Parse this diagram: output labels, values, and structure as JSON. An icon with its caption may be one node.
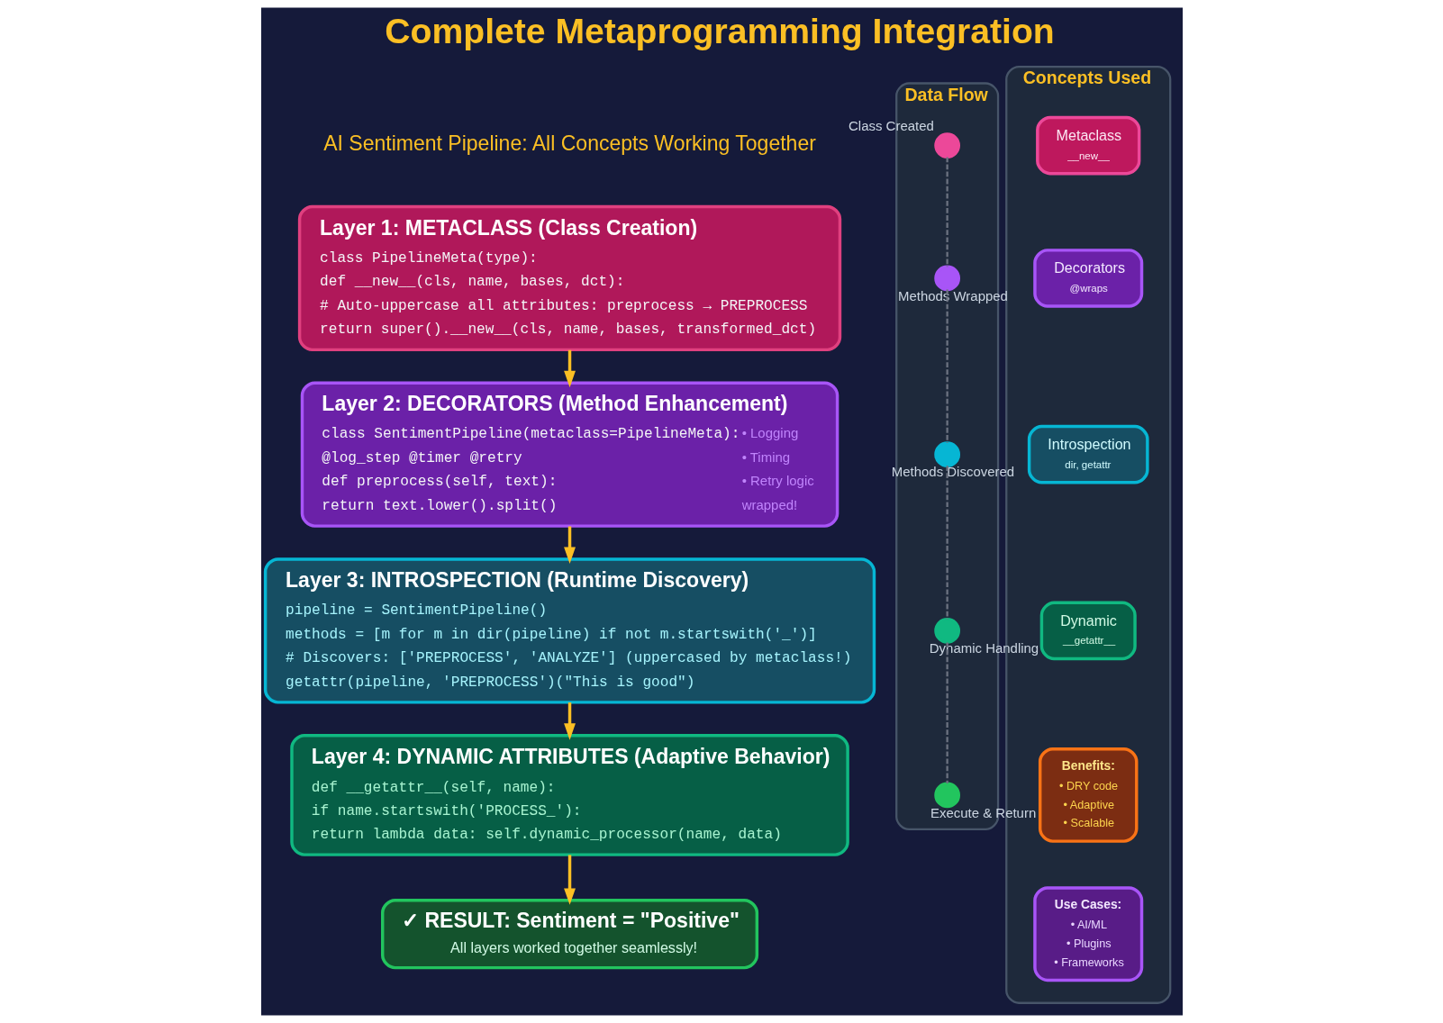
{
  "diagram": {
    "title": "Complete Metaprogramming Integration",
    "nodes": [
      {
        "text": [
          "Data Flow"
        ]
      },
      {
        "text": [],
        "shape": "circle",
        "in": 0,
        "beside": [
          "Class Created"
        ]
      },
      {
        "text": [],
        "shape": "circle",
        "in": 0,
        "beside": [
          "Methods Wrapped"
        ]
      },
      {
        "text": [],
        "shape": "circle",
        "in": 0,
        "beside": [
          "Methods Discovered"
        ]
      },
      {
        "text": [],
        "shape": "circle",
        "in": 0,
        "beside": [
          "Dynamic Handling"
        ]
      },
      {
        "text": [],
        "shape": "circle",
        "in": 0,
        "beside": [
          "Execute & Return"
        ]
      },
      {
        "text": [
          "Layer 1: METACLASS (Class Creation)",
          "class PipelineMeta(type):",
          "def __new__(cls, name, bases, dct):",
          "# Auto-uppercase all attributes: preprocess → PREPROCESS",
          "return super().__new__(cls, name, bases, transformed_dct)"
        ]
      },
      {
        "text": [
          "Layer 2: DECORATORS (Method Enhancement)",
          "class SentimentPipeline(metaclass=PipelineMeta):",
          "@log_step @timer @retry",
          "def preprocess(self, text):",
          "return text.lower().split()",
          "• Logging",
          "• Timing",
          "• Retry logic",
          "wrapped!"
        ]
      },
      {
        "text": [
          "Layer 3: INTROSPECTION (Runtime Discovery)",
          "pipeline = SentimentPipeline()",
          "methods = [m for m in dir(pipeline) if not m.startswith('_')]",
          "# Discovers: ['PREPROCESS', 'ANALYZE'] (uppercased by metaclass!)",
          "getattr(pipeline, 'PREPROCESS')(\"This is good\")"
        ]
      },
      {
        "text": [
          "Layer 4: DYNAMIC ATTRIBUTES (Adaptive Behavior)",
          "def __getattr__(self, name):",
          "if name.startswith('PROCESS_'):",
          "return lambda data: self.dynamic_processor(name, data)"
        ]
      },
      {
        "text": [
          "✓ RESULT: Sentiment = \"Positive\"",
          "All layers worked together seamlessly!"
        ]
      },
      {
        "text": [
          "Concepts Used"
        ]
      },
      {
        "text": [
          "Metaclass",
          "__new__"
        ],
        "in": 11
      },
      {
        "text": [
          "Decorators",
          "@wraps"
        ],
        "in": 11
      },
      {
        "text": [
          "Introspection",
          "dir, getattr"
        ],
        "in": 11
      },
      {
        "text": [
          "Dynamic",
          "__getattr__"
        ],
        "in": 11
      },
      {
        "text": [
          "Benefits:",
          "• DRY code",
          "• Adaptive",
          "• Scalable"
        ],
        "in": 11
      },
      {
        "text": [
          "Use Cases:",
          "• AI/ML",
          "• Plugins",
          "• Frameworks"
        ],
        "in": 11
      }
    ],
    "edges": [
      {
        "from": 1,
        "to": 2,
        "arrow": "none",
        "style": "dashed",
        "color": "#6b7280"
      },
      {
        "from": 2,
        "to": 3,
        "arrow": "none",
        "style": "dashed",
        "color": "#6b7280"
      },
      {
        "from": 3,
        "to": 4,
        "arrow": "none",
        "style": "dashed",
        "color": "#6b7280"
      },
      {
        "from": 4,
        "to": 5,
        "arrow": "none",
        "style": "dashed",
        "color": "#6b7280"
      },
      {
        "from": 6,
        "to": 7,
        "arrow": "to",
        "color": "#fbbf24"
      },
      {
        "from": 7,
        "to": 8,
        "arrow": "to",
        "color": "#fbbf24"
      },
      {
        "from": 8,
        "to": 9,
        "arrow": "to",
        "color": "#fbbf24"
      },
      {
        "from": 9,
        "to": 10,
        "arrow": "to",
        "color": "#fbbf24"
      }
    ],
    "labels": [
      "AI Sentiment Pipeline: All Concepts Working Together"
    ]
  }
}
